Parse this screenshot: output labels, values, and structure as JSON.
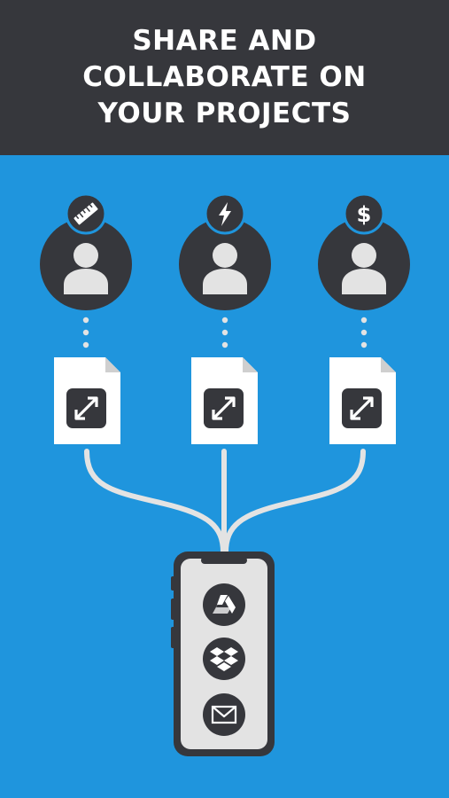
{
  "header": {
    "title_lines": [
      "SHARE AND",
      "COLLABORATE ON",
      "YOUR PROJECTS"
    ]
  },
  "colors": {
    "header_bg": "#36373c",
    "stage_bg": "#1f95dd",
    "dark": "#36373c",
    "light": "#e3e3e3",
    "white": "#ffffff"
  },
  "collaborators": [
    {
      "role_icon": "ruler-icon"
    },
    {
      "role_icon": "lightning-icon"
    },
    {
      "role_icon": "dollar-icon"
    }
  ],
  "role_dollar_symbol": "$",
  "phone_services": [
    "google-drive-icon",
    "dropbox-icon",
    "mail-icon"
  ]
}
